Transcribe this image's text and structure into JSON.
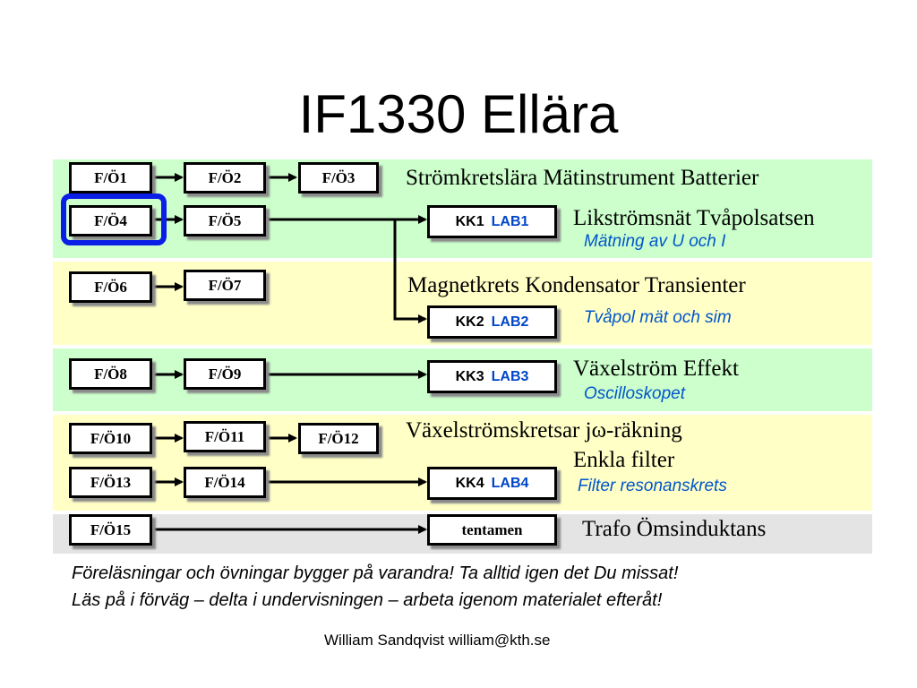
{
  "title": "IF1330 Ellära",
  "boxes": {
    "fo1": "F/Ö1",
    "fo2": "F/Ö2",
    "fo3": "F/Ö3",
    "fo4": "F/Ö4",
    "fo5": "F/Ö5",
    "fo6": "F/Ö6",
    "fo7": "F/Ö7",
    "fo8": "F/Ö8",
    "fo9": "F/Ö9",
    "fo10": "F/Ö10",
    "fo11": "F/Ö11",
    "fo12": "F/Ö12",
    "fo13": "F/Ö13",
    "fo14": "F/Ö14",
    "fo15": "F/Ö15"
  },
  "kk": [
    {
      "name": "KK1",
      "lab": "LAB1"
    },
    {
      "name": "KK2",
      "lab": "LAB2"
    },
    {
      "name": "KK3",
      "lab": "LAB3"
    },
    {
      "name": "KK4",
      "lab": "LAB4"
    }
  ],
  "tentamen": "tentamen",
  "topics": {
    "row1": "Strömkretslära Mätinstrument Batterier",
    "row2": "Likströmsnät Tvåpolsatsen",
    "row2_sub": "Mätning av U och I",
    "row3": "Magnetkrets Kondensator Transienter",
    "row3_sub": "Tvåpol mät och sim",
    "row4": "Växelström Effekt",
    "row4_sub": "Oscilloskopet",
    "row5": "Växelströmskretsar jω-räkning",
    "row5b": "Enkla filter",
    "row5_sub": "Filter resonanskrets",
    "row6": "Trafo Ömsinduktans"
  },
  "notes": [
    "Föreläsningar och övningar bygger på varandra! Ta alltid igen det Du missat!",
    "Läs på i förväg – delta i undervisningen – arbeta igenom materialet efteråt!"
  ],
  "footer": "William Sandqvist  william@kth.se",
  "colors": {
    "band_green": "#ccffcc",
    "band_yellow": "#ffffc6",
    "band_gray": "#e4e4e4",
    "highlight": "#0a1ee6",
    "lab_text": "#0046c8",
    "sub_text": "#0055cc"
  }
}
